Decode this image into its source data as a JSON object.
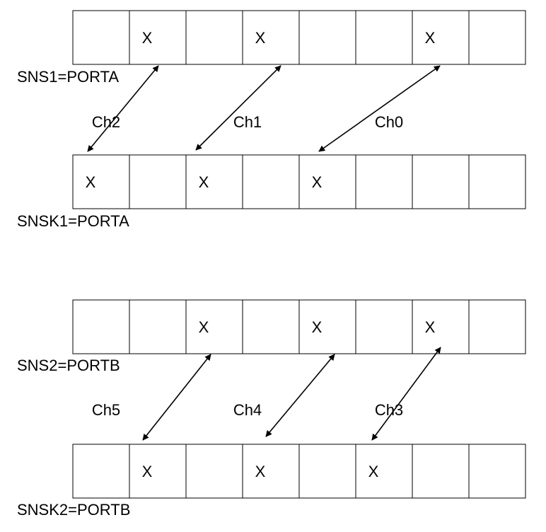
{
  "groups": [
    {
      "top": {
        "label": "SNS1=PORTA",
        "marks": [
          false,
          true,
          false,
          true,
          false,
          false,
          true,
          false
        ]
      },
      "bottom": {
        "label": "SNSK1=PORTA",
        "marks": [
          true,
          false,
          true,
          false,
          true,
          false,
          false,
          false
        ]
      },
      "channels": [
        {
          "name": "Ch2",
          "from_cell": 1,
          "to_cell": 0
        },
        {
          "name": "Ch1",
          "from_cell": 3,
          "to_cell": 2
        },
        {
          "name": "Ch0",
          "from_cell": 6,
          "to_cell": 4
        }
      ]
    },
    {
      "top": {
        "label": "SNS2=PORTB",
        "marks": [
          false,
          false,
          true,
          false,
          true,
          false,
          true,
          false
        ]
      },
      "bottom": {
        "label": "SNSK2=PORTB",
        "marks": [
          false,
          true,
          false,
          true,
          false,
          true,
          false,
          false
        ]
      },
      "channels": [
        {
          "name": "Ch5",
          "from_cell": 2,
          "to_cell": 1
        },
        {
          "name": "Ch4",
          "from_cell": 4,
          "to_cell": 3
        },
        {
          "name": "Ch3",
          "from_cell": 6,
          "to_cell": 5
        }
      ]
    }
  ],
  "mark_symbol": "X"
}
